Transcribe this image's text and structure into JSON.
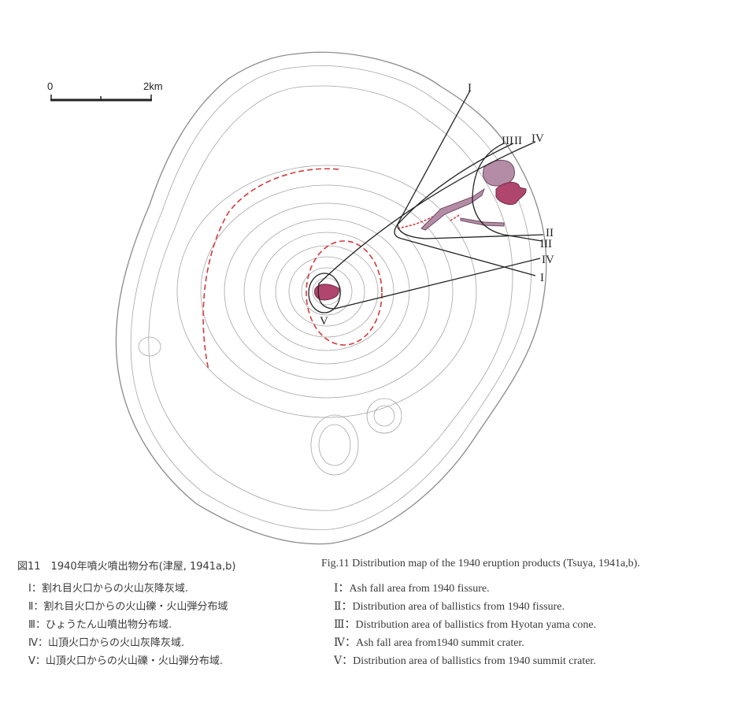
{
  "map": {
    "scale_bar": {
      "start_label": "0",
      "end_label": "2km"
    },
    "zone_labels": {
      "I": "I",
      "II": "II",
      "III": "III",
      "IV": "IV",
      "V": "V"
    },
    "colors": {
      "deposit": "#b0456e",
      "deposit_light": "#b48ca6",
      "boundary": "#d23a3a",
      "contour": "#9a9a9a",
      "line": "#222222"
    }
  },
  "caption": {
    "jp_title": "図11　1940年噴火噴出物分布(津屋, 1941a,b)",
    "en_title": "Fig.11 Distribution map of the 1940 eruption products (Tsuya, 1941a,b).",
    "jp_items": [
      "Ⅰ：割れ目火口からの火山灰降灰域.",
      "Ⅱ：割れ目火口からの火山礫・火山弾分布域",
      "Ⅲ：ひょうたん山噴出物分布域.",
      "Ⅳ：山頂火口からの火山灰降灰域.",
      "Ⅴ：山頂火口からの火山礫・火山弾分布域."
    ],
    "en_items": [
      "Ⅰ：Ash fall area from 1940 fissure.",
      "Ⅱ：Distribution area of ballistics from 1940 fissure.",
      "Ⅲ：Distribution area of ballistics from Hyotan yama cone.",
      "Ⅳ：Ash fall area from1940 summit crater.",
      "Ⅴ：Distribution area of ballistics from 1940 summit crater."
    ]
  }
}
